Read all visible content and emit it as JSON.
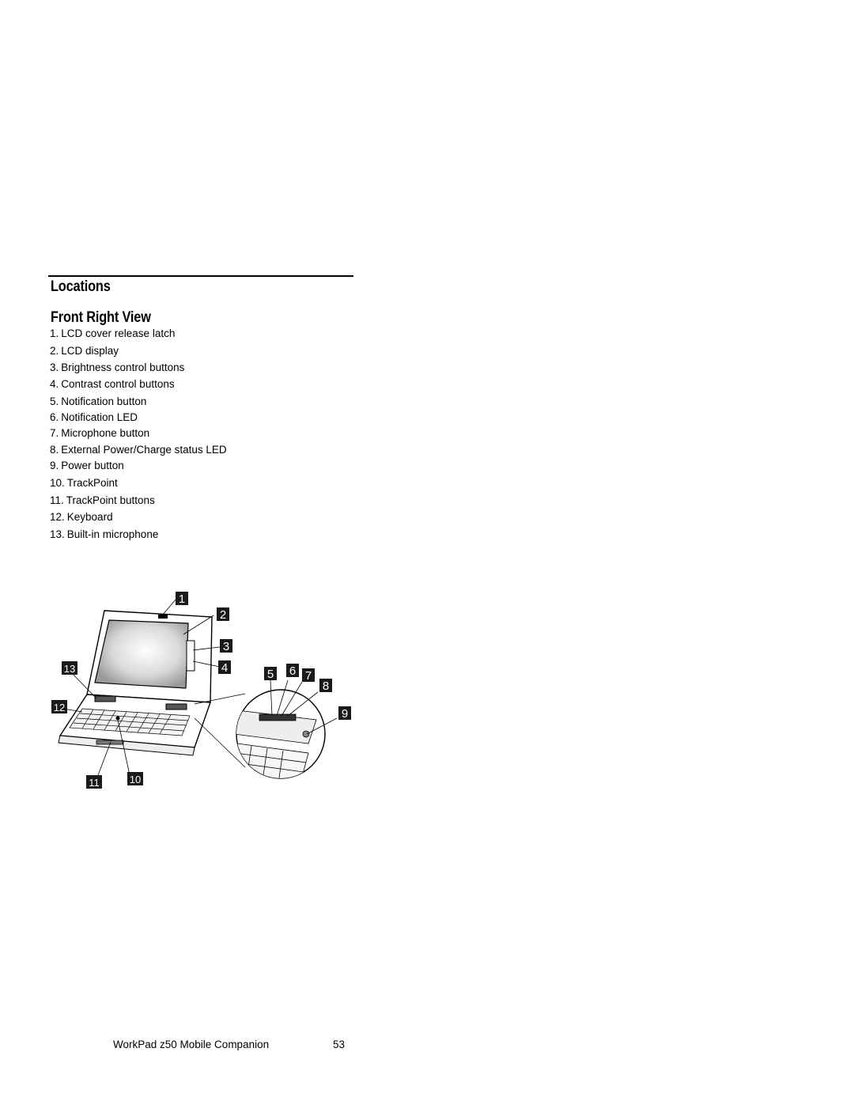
{
  "section": {
    "title": "Locations",
    "subtitle": "Front Right View"
  },
  "parts": [
    {
      "num": "1.",
      "label": "LCD cover release latch"
    },
    {
      "num": "2.",
      "label": "LCD display"
    },
    {
      "num": "3.",
      "label": "Brightness control buttons"
    },
    {
      "num": "4.",
      "label": "Contrast control buttons"
    },
    {
      "num": "5.",
      "label": "Notification button"
    },
    {
      "num": "6.",
      "label": "Notification LED"
    },
    {
      "num": "7.",
      "label": "Microphone button"
    },
    {
      "num": "8.",
      "label": "External Power/Charge status LED"
    },
    {
      "num": "9.",
      "label": "Power button"
    },
    {
      "num": "10.",
      "label": "TrackPoint"
    },
    {
      "num": "11.",
      "label": "TrackPoint buttons"
    },
    {
      "num": "12.",
      "label": "Keyboard"
    },
    {
      "num": "13.",
      "label": "Built-in microphone"
    }
  ],
  "figure": {
    "callouts": [
      "1",
      "2",
      "3",
      "4",
      "5",
      "6",
      "7",
      "8",
      "9",
      "10",
      "11",
      "12",
      "13"
    ]
  },
  "footer": {
    "title": "WorkPad z50 Mobile Companion",
    "page": "53"
  }
}
